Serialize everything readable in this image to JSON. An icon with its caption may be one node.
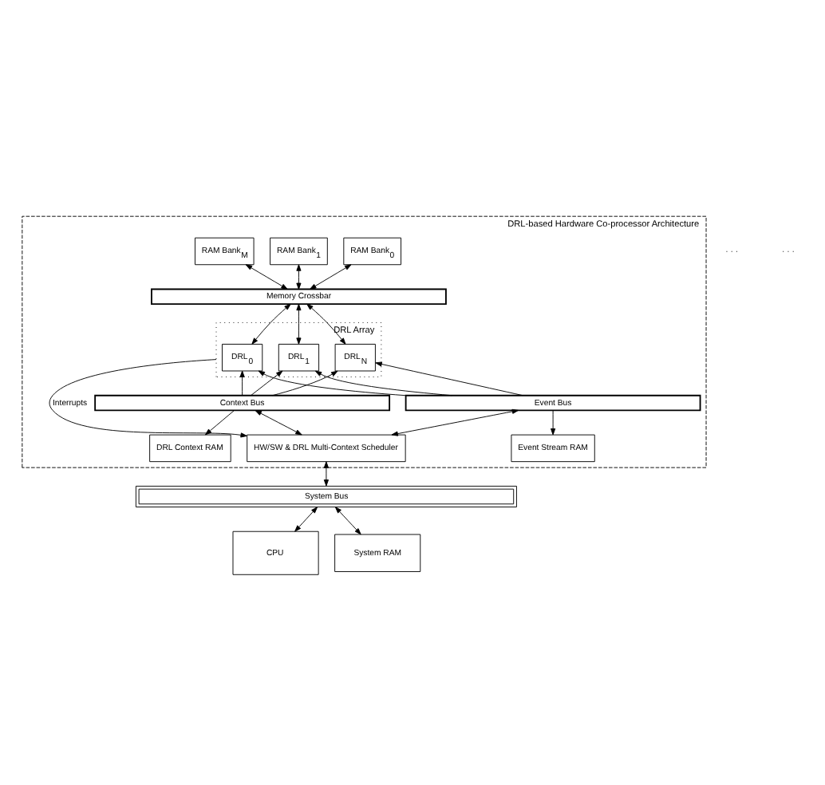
{
  "diagram": {
    "nodes": [
      {
        "text": [
          "DRL-based Hardware Co-processor Architecture"
        ]
      },
      {
        "text": [
          "RAM Bank$_{0}$"
        ],
        "in": 0
      },
      {
        "text": [
          "RAM Bank$_{1}$"
        ],
        "in": 0
      },
      {
        "text": [
          "RAM Bank$_{M}$"
        ],
        "in": 0
      },
      {
        "text": [
          "Memory Crossbar"
        ],
        "in": 0
      },
      {
        "text": [
          "DRL Array"
        ],
        "in": 0
      },
      {
        "text": [
          "DRL$_{0}$"
        ],
        "in": 5
      },
      {
        "text": [
          "DRL$_{1}$"
        ],
        "in": 5
      },
      {
        "text": [
          "DRL$_{N}$"
        ],
        "in": 5
      },
      {
        "text": [
          "Context Bus"
        ],
        "in": 0
      },
      {
        "text": [
          "Event Bus"
        ],
        "in": 0
      },
      {
        "text": [
          "DRL Context RAM"
        ],
        "in": 0
      },
      {
        "text": [
          "Event Stream RAM"
        ],
        "in": 0
      },
      {
        "text": [
          "HW/SW & DRL Multi-Context Scheduler"
        ],
        "in": 0
      },
      {
        "text": [
          "System Bus"
        ]
      },
      {
        "text": [
          "CPU"
        ]
      },
      {
        "text": [
          "System RAM"
        ]
      }
    ],
    "edges": [
      {
        "from": 1,
        "to": 4,
        "arrow": "both"
      },
      {
        "from": 2,
        "to": 4,
        "arrow": "both"
      },
      {
        "from": 3,
        "to": 4,
        "arrow": "both"
      },
      {
        "from": 4,
        "to": 6,
        "arrow": "both"
      },
      {
        "from": 4,
        "to": 7,
        "arrow": "both"
      },
      {
        "from": 4,
        "to": 8,
        "arrow": "both"
      },
      {
        "from": 9,
        "to": 6,
        "arrow": "to"
      },
      {
        "from": 9,
        "to": 7,
        "arrow": "to"
      },
      {
        "from": 9,
        "to": 8,
        "arrow": "to"
      },
      {
        "from": 9,
        "to": 11,
        "arrow": "to"
      },
      {
        "from": 10,
        "to": 6,
        "arrow": "to"
      },
      {
        "from": 10,
        "to": 7,
        "arrow": "to"
      },
      {
        "from": 10,
        "to": 8,
        "arrow": "to"
      },
      {
        "from": 10,
        "to": 12,
        "arrow": "to"
      },
      {
        "from": 13,
        "to": 9,
        "arrow": "both"
      },
      {
        "from": 13,
        "to": 10,
        "arrow": "both"
      },
      {
        "from": 5,
        "to": 13,
        "arrow": "to",
        "label": "Interrupts"
      },
      {
        "from": 13,
        "to": 14,
        "arrow": "both"
      },
      {
        "from": 14,
        "to": 15,
        "arrow": "both"
      },
      {
        "from": 14,
        "to": 16,
        "arrow": "both"
      }
    ],
    "labels": [
      "· · ·",
      "· · ·"
    ]
  }
}
